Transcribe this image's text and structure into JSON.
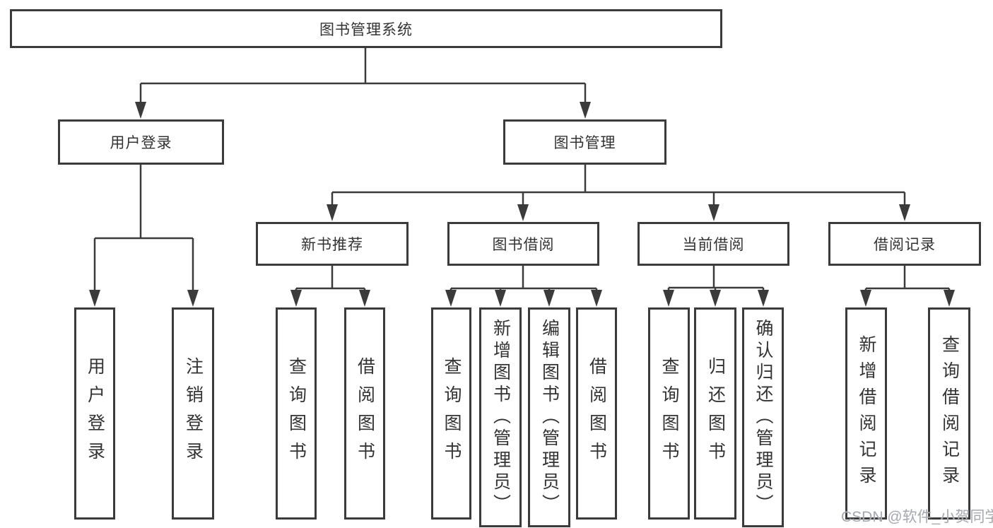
{
  "colors": {
    "line": "#3b3b3b",
    "border": "#3b3b3b",
    "text": "#333333",
    "watermark_text": "#a4a9b0",
    "background": "#ffffff"
  },
  "watermark": {
    "text": "CSDN @软件_小贺同学"
  },
  "tree": {
    "root": "图书管理系统",
    "level2": {
      "user_login": "用户登录",
      "book_management": "图书管理"
    },
    "level3": {
      "new_book_recommend": "新书推荐",
      "book_borrowing": "图书借阅",
      "current_borrowing": "当前借阅",
      "borrowing_records": "借阅记录"
    },
    "leaves": {
      "user_login": "用户登录",
      "logout": "注销登录",
      "rec_query_books": "查询图书",
      "rec_borrow_books": "借阅图书",
      "bor_query_books": "查询图书",
      "bor_add_book_admin": "新增图书（管理员）",
      "bor_edit_book_admin": "编辑图书（管理员）",
      "bor_borrow_books": "借阅图书",
      "cur_query_books": "查询图书",
      "cur_return_books": "归还图书",
      "cur_confirm_return_admin": "确认归还（管理员）",
      "rec2_add_record": "新增借阅记录",
      "rec2_query_record": "查询借阅记录"
    }
  }
}
